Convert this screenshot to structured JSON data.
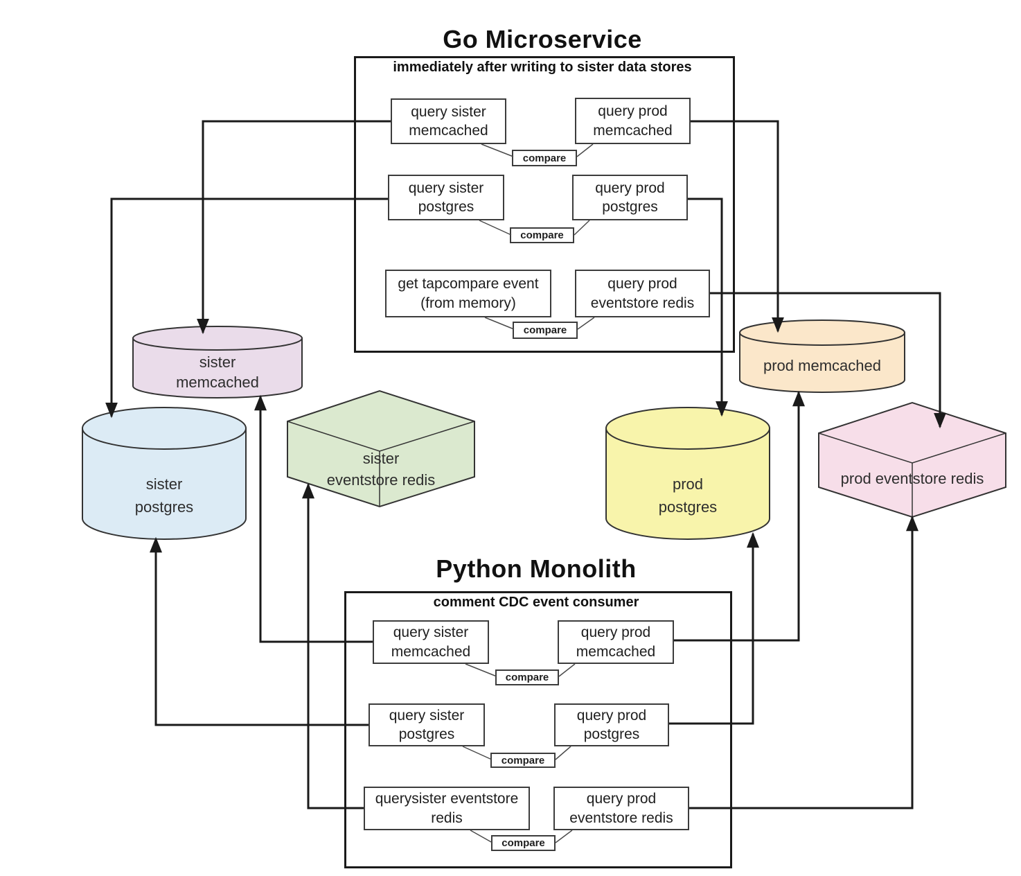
{
  "go_service": {
    "title": "Go Microservice",
    "subtitle": "immediately after writing to sister data stores",
    "rows": [
      {
        "left": "query sister memcached",
        "right": "query prod memcached",
        "compare": "compare"
      },
      {
        "left": "query sister postgres",
        "right": "query prod postgres",
        "compare": "compare"
      },
      {
        "left": "get tapcompare event (from memory)",
        "right": "query prod eventstore redis",
        "compare": "compare"
      }
    ]
  },
  "python_monolith": {
    "title": "Python Monolith",
    "subtitle": "comment CDC event consumer",
    "rows": [
      {
        "left": "query sister memcached",
        "right": "query prod memcached",
        "compare": "compare"
      },
      {
        "left": "query sister postgres",
        "right": "query prod postgres",
        "compare": "compare"
      },
      {
        "left": "querysister eventstore redis",
        "right": "query prod eventstore redis",
        "compare": "compare"
      }
    ]
  },
  "stores": {
    "sister_memcached": {
      "lines": [
        "sister",
        "memcached"
      ],
      "shape": "cylinder",
      "color": "#eadcea"
    },
    "sister_postgres": {
      "lines": [
        "sister",
        "postgres"
      ],
      "shape": "cylinder",
      "color": "#dcebf5"
    },
    "sister_eventstore_redis": {
      "lines": [
        "sister",
        "eventstore redis"
      ],
      "shape": "box3d",
      "color": "#dbe9cf"
    },
    "prod_postgres": {
      "lines": [
        "prod",
        "postgres"
      ],
      "shape": "cylinder",
      "color": "#f8f4ab"
    },
    "prod_memcached": {
      "lines": [
        "prod memcached"
      ],
      "shape": "cylinder",
      "color": "#fbe7ca"
    },
    "prod_eventstore_redis": {
      "lines": [
        "prod eventstore redis"
      ],
      "shape": "box3d",
      "color": "#f7dee9"
    }
  },
  "line_color": "#1a1a1a"
}
